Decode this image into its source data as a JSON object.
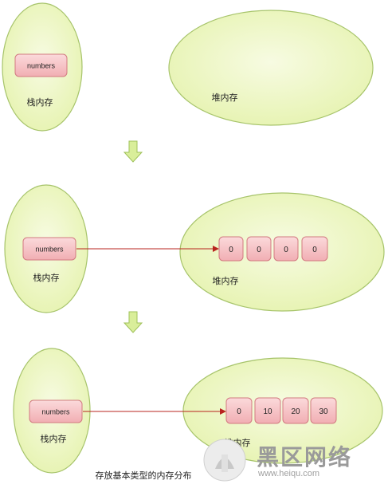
{
  "colors": {
    "ellipse_fill": "#eef7c4",
    "ellipse_stroke": "#a7c46b",
    "box_fill": "#f6c3c6",
    "box_stroke": "#d27a80",
    "arrow": "#b8241f",
    "down_arrow": "#d9ee9a",
    "down_arrow_stroke": "#9fc15a"
  },
  "panels": [
    {
      "stack_label": "栈内存",
      "heap_label": "堆内存",
      "variable": "numbers",
      "cells": []
    },
    {
      "stack_label": "栈内存",
      "heap_label": "堆内存",
      "variable": "numbers",
      "cells": [
        "0",
        "0",
        "0",
        "0"
      ]
    },
    {
      "stack_label": "栈内存",
      "heap_label": "堆内存",
      "variable": "numbers",
      "cells": [
        "0",
        "10",
        "20",
        "30"
      ]
    }
  ],
  "caption": "存放基本类型的内存分布",
  "watermark": {
    "text": "黑区网络",
    "url": "www.heiqu.com"
  }
}
